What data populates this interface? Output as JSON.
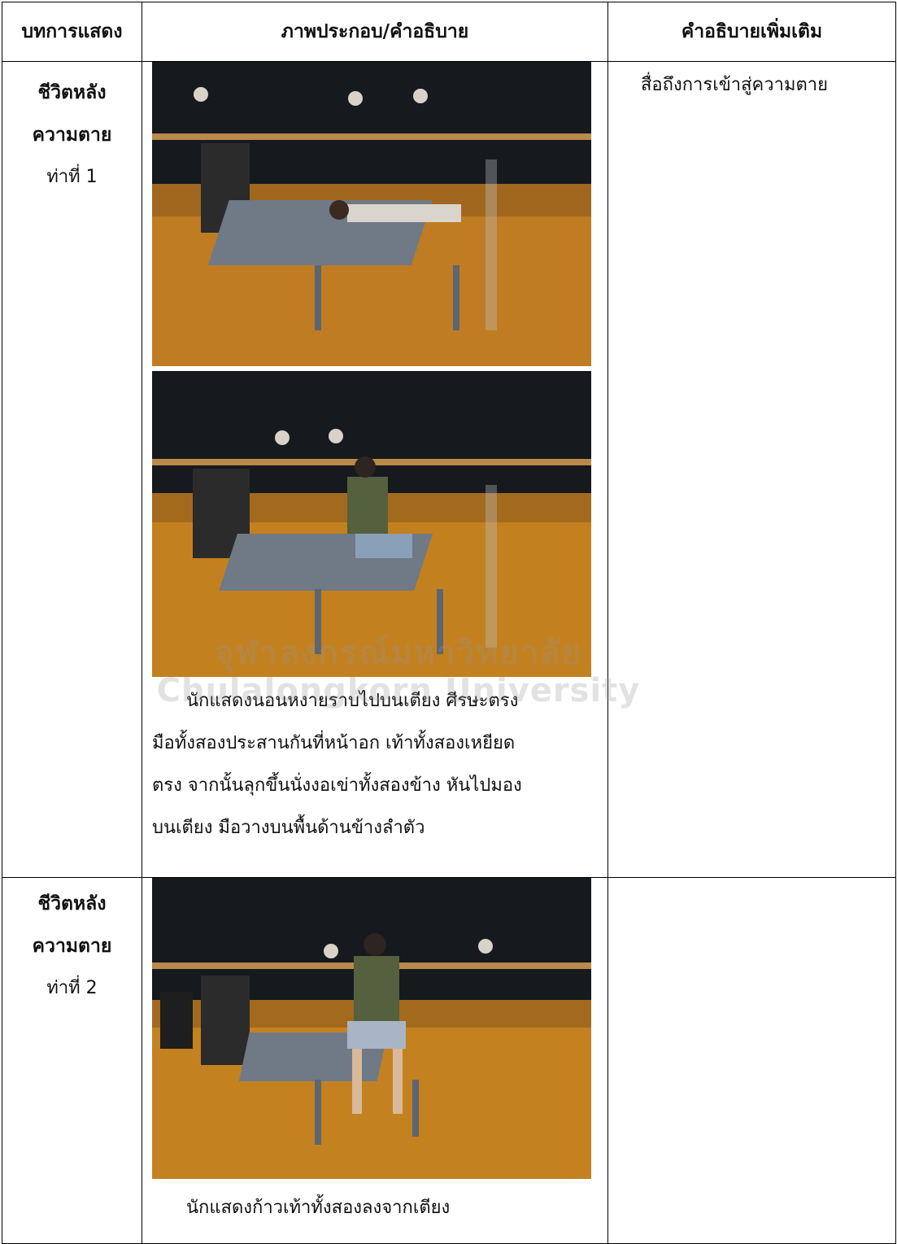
{
  "table": {
    "headers": [
      "บทการแสดง",
      "ภาพประกอบ/คำอธิบาย",
      "คำอธิบายเพิ่มเติม"
    ],
    "rows": [
      {
        "title_line1": "ชีวิตหลัง",
        "title_line2": "ความตาย",
        "pose": "ท่าที่ 1",
        "description_lines": [
          "นักแสดงนอนหงายราบไปบนเตียง ศีรษะตรง",
          "มือทั้งสองประสานกันที่หน้าอก เท้าทั้งสองเหยียด",
          "ตรง จากนั้นลุกขึ้นนั่งงอเข่าทั้งสองข้าง หันไปมอง",
          "บนเตียง มือวางบนพื้นด้านข้างลำตัว"
        ],
        "extra": "สื่อถึงการเข้าสู่ความตาย"
      },
      {
        "title_line1": "ชีวิตหลัง",
        "title_line2": "ความตาย",
        "pose": "ท่าที่ 2",
        "description_lines": [
          "นักแสดงก้าวเท้าทั้งสองลงจากเตียง"
        ],
        "extra": ""
      }
    ]
  },
  "watermark": {
    "thai": "จุฬาลงกรณ์มหาวิทยาลัย",
    "english": "Chulalongkorn University"
  },
  "colors": {
    "border": "#000000",
    "floor": "#c98526",
    "wall": "#1a1d22"
  }
}
